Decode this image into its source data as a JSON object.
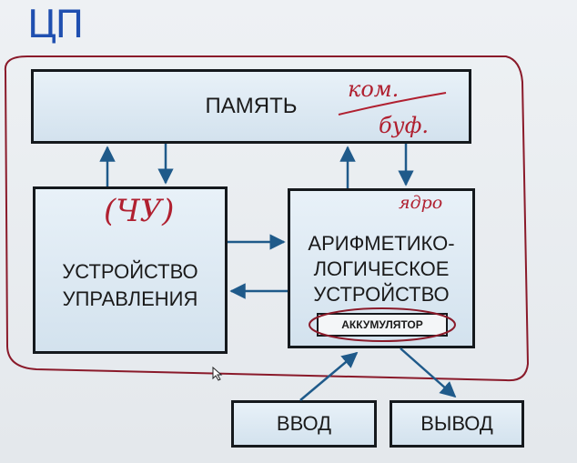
{
  "annotations": {
    "cpu_title": "ЦП",
    "kom": "ком.",
    "buf": "буф.",
    "cu_note": "(ЧУ)",
    "core_note": "ядро"
  },
  "memory": {
    "label": "ПАМЯТЬ"
  },
  "control_unit": {
    "line1": "УСТРОЙСТВО",
    "line2": "УПРАВЛЕНИЯ"
  },
  "alu": {
    "line1": "АРИФМЕТИКО-",
    "line2": "ЛОГИЧЕСКОЕ",
    "line3": "УСТРОЙСТВО",
    "accumulator": "АККУМУЛЯТОР"
  },
  "input": {
    "label": "ВВОД"
  },
  "output": {
    "label": "ВЫВОД"
  },
  "colors": {
    "annotation_red": "#b02030",
    "title_blue": "#1f4fb0",
    "arrow_blue": "#1f5a8a"
  }
}
